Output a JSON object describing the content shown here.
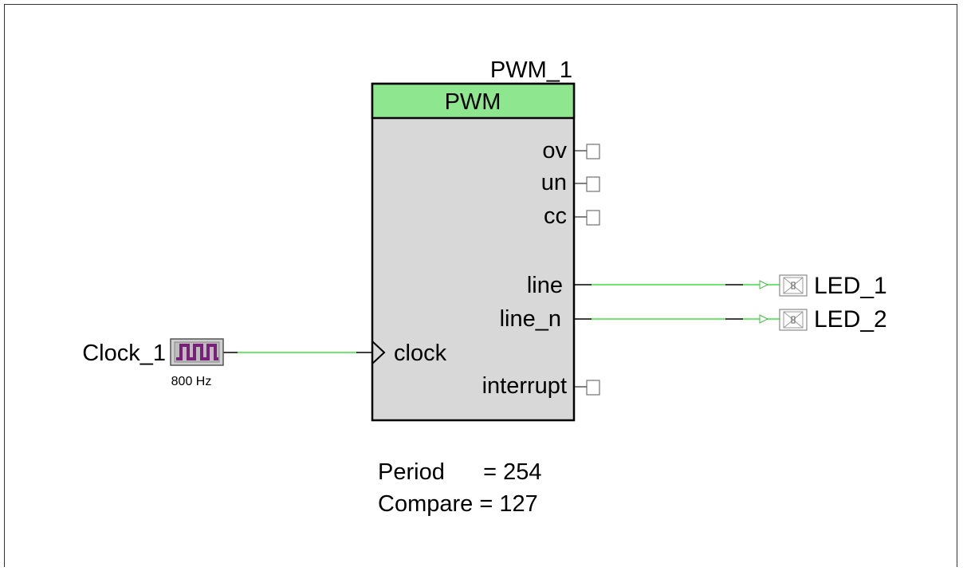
{
  "component": {
    "instance_name": "PWM_1",
    "type_label": "PWM",
    "header_color": "#8ee68e",
    "body_color": "#d8d8d8",
    "pins": {
      "ov": "ov",
      "un": "un",
      "cc": "cc",
      "line": "line",
      "line_n": "line_n",
      "clock": "clock",
      "interrupt": "interrupt"
    },
    "params": {
      "period_line": "Period      = 254",
      "compare_line": "Compare = 127"
    }
  },
  "clock": {
    "name": "Clock_1",
    "frequency": "800 Hz",
    "icon": "square-wave-icon",
    "icon_color": "#7a1f7a"
  },
  "outputs": [
    {
      "name": "LED_1",
      "icon": "digital-output-pin-icon"
    },
    {
      "name": "LED_2",
      "icon": "digital-output-pin-icon"
    }
  ],
  "wire_color": "#44dd44"
}
